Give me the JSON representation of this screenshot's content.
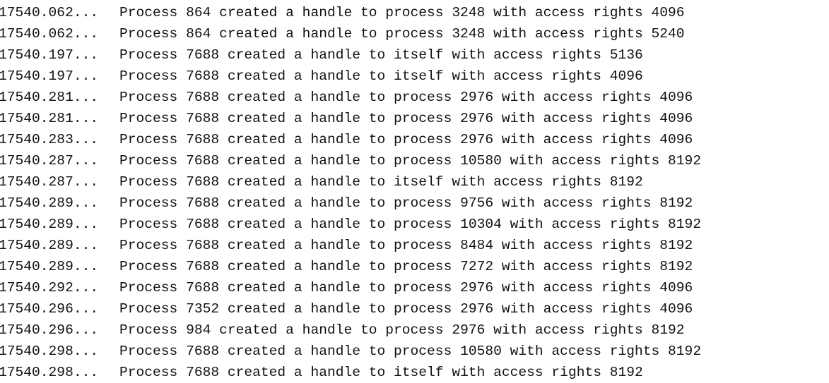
{
  "log": {
    "rows": [
      {
        "time": "17540.062...",
        "message": "Process 864 created a handle to process 3248 with access rights 4096"
      },
      {
        "time": "17540.062...",
        "message": "Process 864 created a handle to process 3248 with access rights 5240"
      },
      {
        "time": "17540.197...",
        "message": "Process 7688 created a handle to itself with access rights 5136"
      },
      {
        "time": "17540.197...",
        "message": "Process 7688 created a handle to itself with access rights 4096"
      },
      {
        "time": "17540.281...",
        "message": "Process 7688 created a handle to process 2976 with access rights 4096"
      },
      {
        "time": "17540.281...",
        "message": "Process 7688 created a handle to process 2976 with access rights 4096"
      },
      {
        "time": "17540.283...",
        "message": "Process 7688 created a handle to process 2976 with access rights 4096"
      },
      {
        "time": "17540.287...",
        "message": "Process 7688 created a handle to process 10580 with access rights 8192"
      },
      {
        "time": "17540.287...",
        "message": "Process 7688 created a handle to itself with access rights 8192"
      },
      {
        "time": "17540.289...",
        "message": "Process 7688 created a handle to process 9756 with access rights 8192"
      },
      {
        "time": "17540.289...",
        "message": "Process 7688 created a handle to process 10304 with access rights 8192"
      },
      {
        "time": "17540.289...",
        "message": "Process 7688 created a handle to process 8484 with access rights 8192"
      },
      {
        "time": "17540.289...",
        "message": "Process 7688 created a handle to process 7272 with access rights 8192"
      },
      {
        "time": "17540.292...",
        "message": "Process 7688 created a handle to process 2976 with access rights 4096"
      },
      {
        "time": "17540.296...",
        "message": "Process 7352 created a handle to process 2976 with access rights 4096"
      },
      {
        "time": "17540.296...",
        "message": "Process 984 created a handle to process 2976 with access rights 8192"
      },
      {
        "time": "17540.298...",
        "message": "Process 7688 created a handle to process 10580 with access rights 8192"
      },
      {
        "time": "17540.298...",
        "message": "Process 7688 created a handle to itself with access rights 8192"
      }
    ]
  }
}
